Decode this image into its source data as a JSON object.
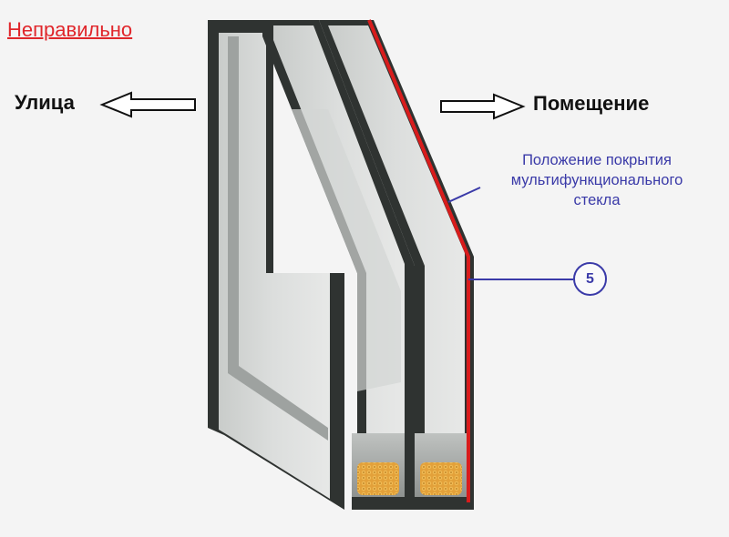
{
  "title": "Неправильно",
  "labels": {
    "street": "Улица",
    "room": "Помещение"
  },
  "coating_note": {
    "line1": "Положение покрытия",
    "line2": "мультифункционального",
    "line3": "стекла"
  },
  "position_marker": "5",
  "colors": {
    "title": "#e0262b",
    "coating": "#d81c1c",
    "annotation": "#3a3aa8",
    "frame": "#2b2f2d",
    "desiccant": "#e3a13a"
  },
  "icons": {
    "left_arrow": "arrow-left-icon",
    "right_arrow": "arrow-right-icon"
  }
}
